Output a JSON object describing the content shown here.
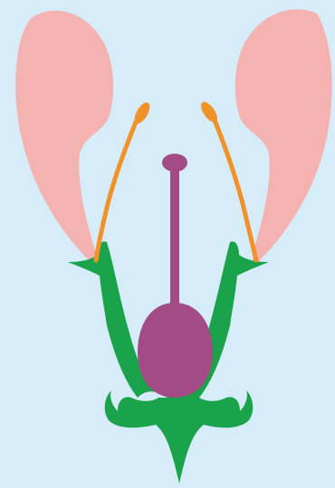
{
  "diagram": {
    "kind": "flower-longitudinal-section",
    "labels": [],
    "colors": {
      "background": "#d6ecf8",
      "petal": "#f4b2b0",
      "stamen": "#f0922a",
      "pistil": "#a24b85",
      "sepal_receptacle": "#1aa34a"
    },
    "parts": {
      "petals": [
        "left",
        "right"
      ],
      "stamens": [
        "left",
        "right"
      ],
      "pistil": [
        "stigma",
        "style",
        "ovary"
      ],
      "sepals": [
        "left",
        "right"
      ],
      "receptacle": [
        "base",
        "stalk"
      ]
    }
  }
}
